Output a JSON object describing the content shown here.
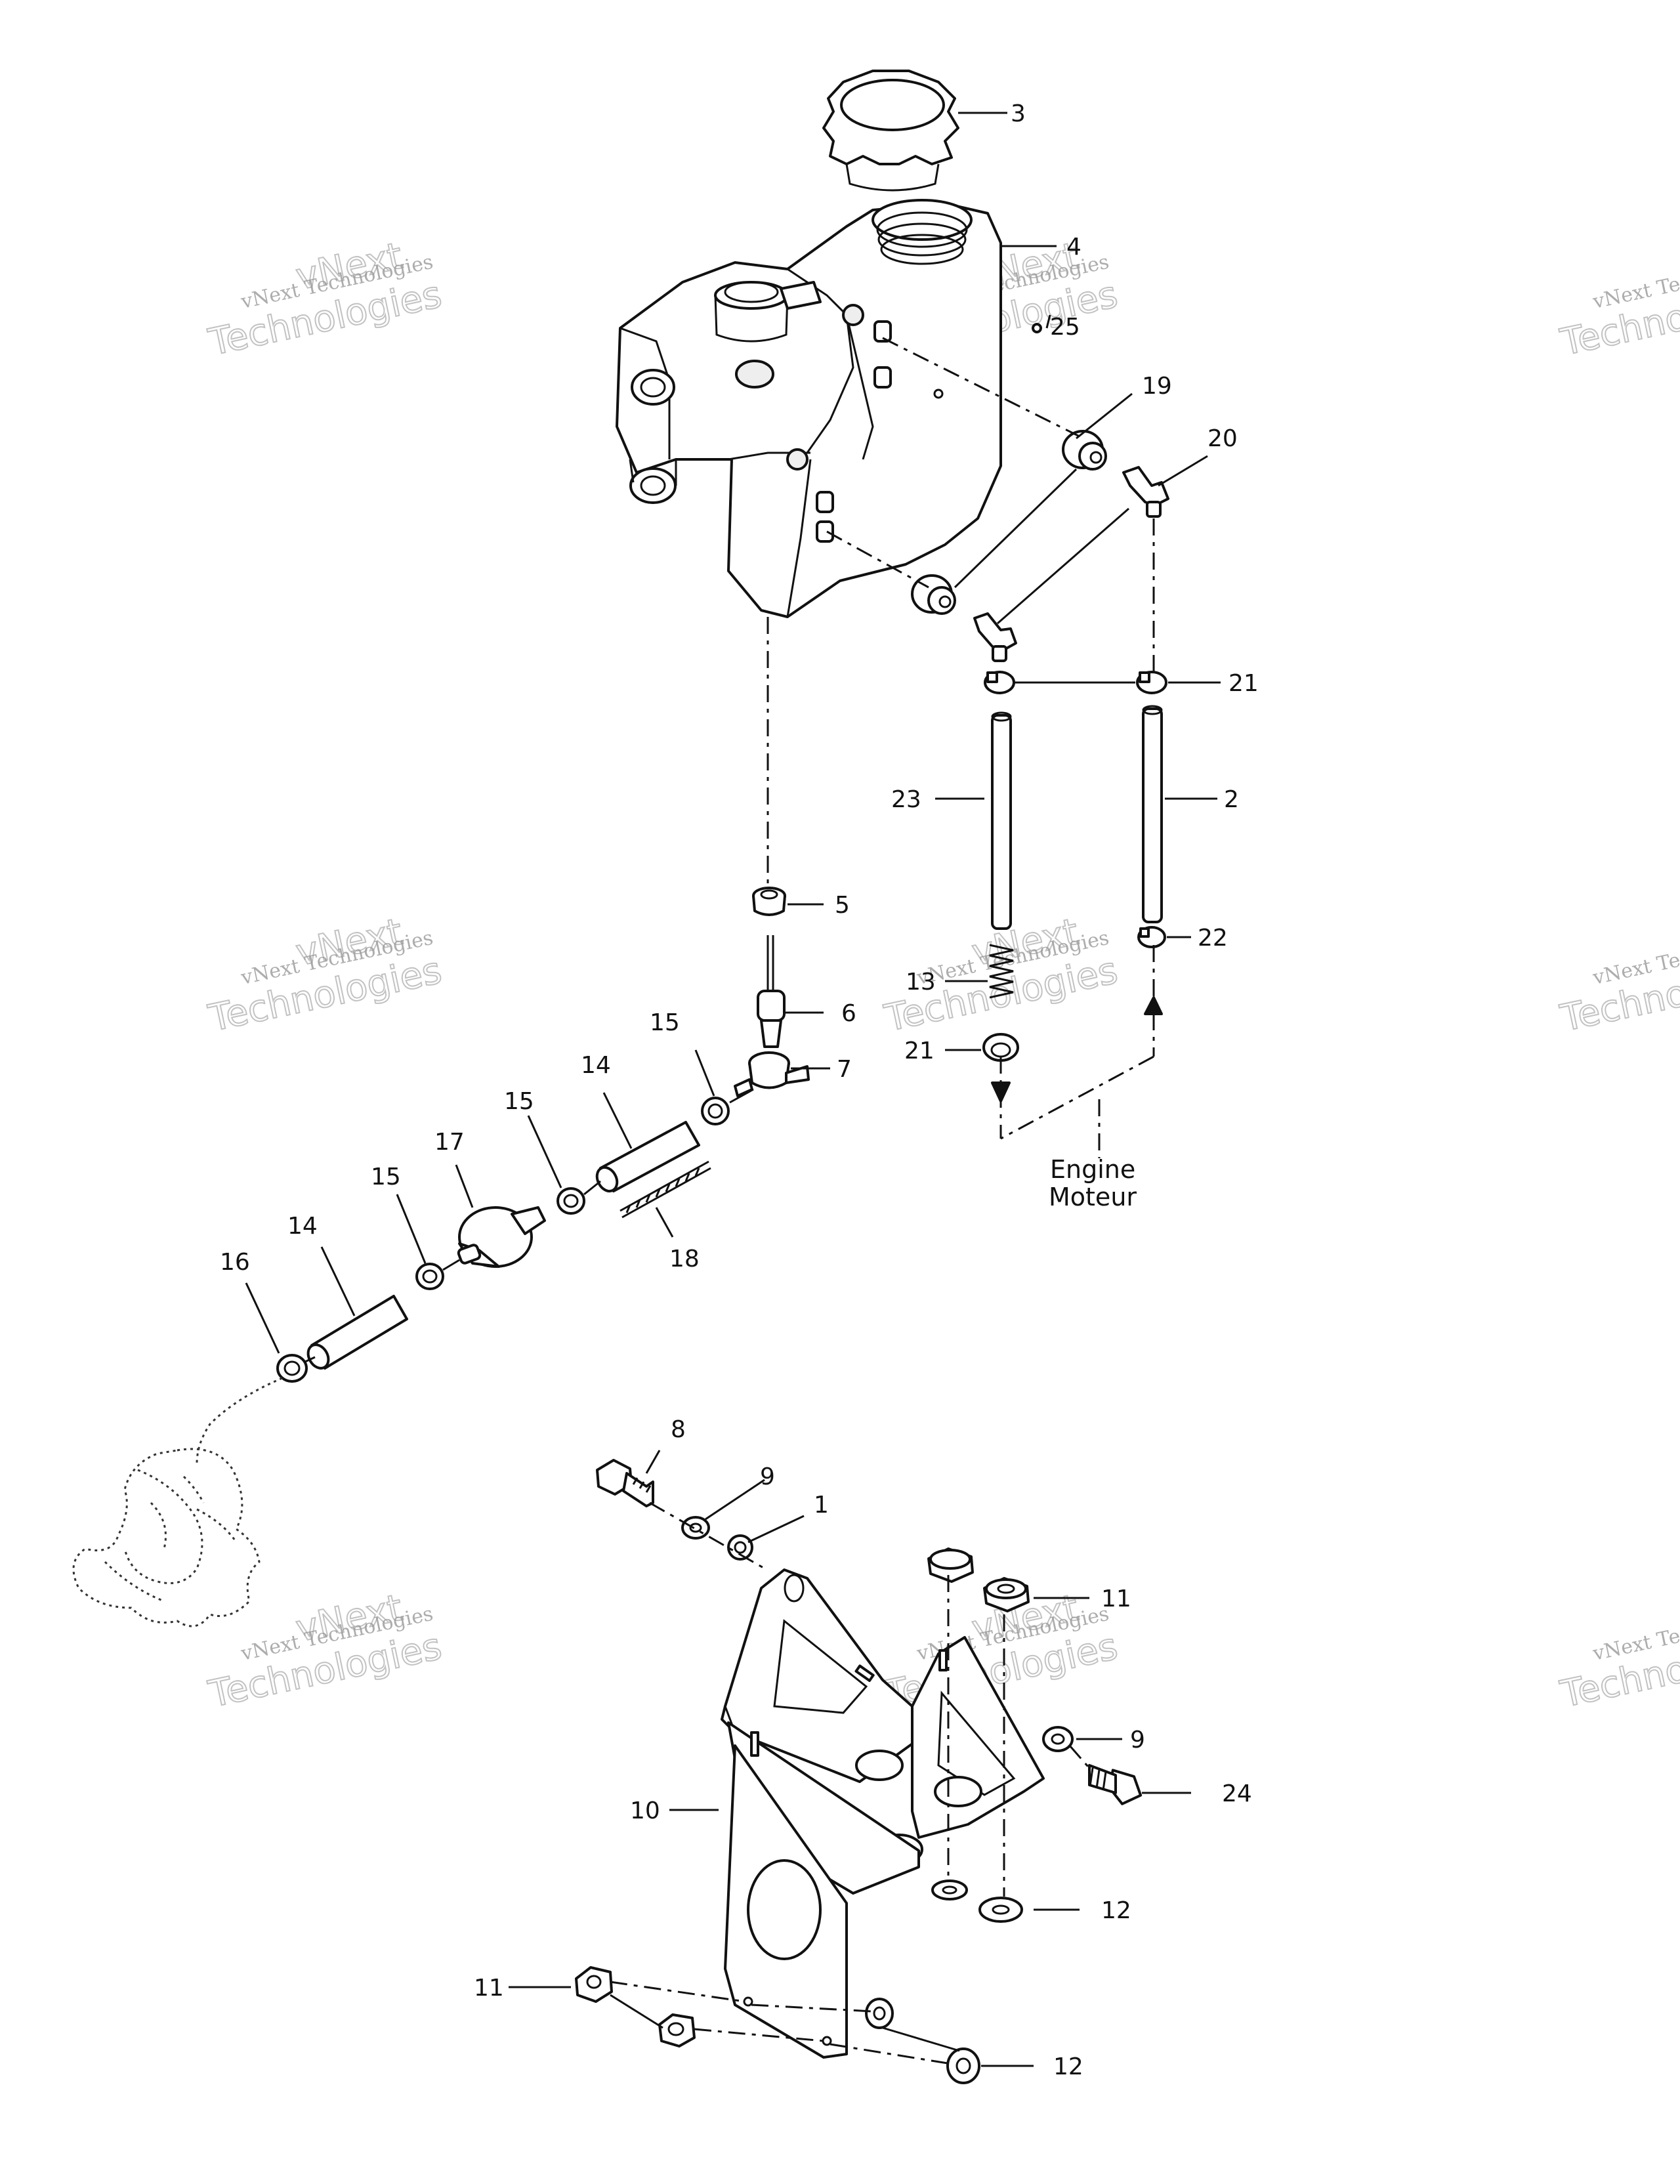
{
  "diagram": {
    "part_labels": [
      "1",
      "2",
      "3",
      "4",
      "5",
      "6",
      "7",
      "8",
      "9",
      "10",
      "11",
      "12",
      "13",
      "14",
      "15",
      "16",
      "17",
      "18",
      "19",
      "20",
      "21",
      "22",
      "23",
      "24",
      "25"
    ],
    "label_instances": {
      "p1": "1",
      "p2": "2",
      "p3": "3",
      "p4": "4",
      "p5": "5",
      "p6": "6",
      "p7": "7",
      "p8": "8",
      "p9a": "9",
      "p9b": "9",
      "p10": "10",
      "p11a": "11",
      "p11b": "11",
      "p12a": "12",
      "p12b": "12",
      "p13": "13",
      "p14a": "14",
      "p14b": "14",
      "p15a": "15",
      "p15b": "15",
      "p15c": "15",
      "p16": "16",
      "p17": "17",
      "p18": "18",
      "p19": "19",
      "p20": "20",
      "p21a": "21",
      "p21b": "21",
      "p22": "22",
      "p23": "23",
      "p24": "24",
      "p25": "25"
    },
    "engine_label_en": "Engine",
    "engine_label_fr": "Moteur"
  },
  "watermark": {
    "line1": "vNext Technologies",
    "line2": "Technologies",
    "line3": "vNext"
  }
}
